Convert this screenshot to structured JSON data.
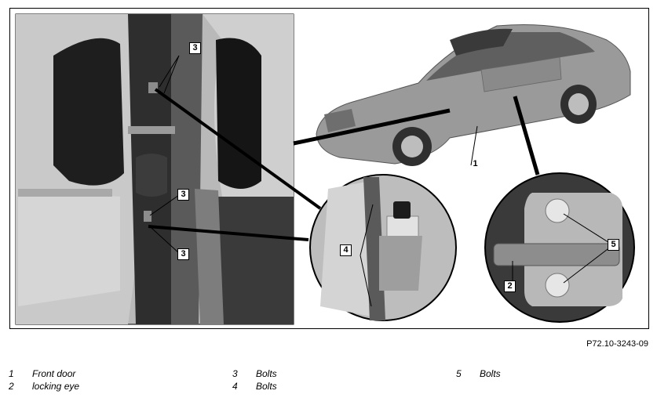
{
  "figure": {
    "reference": "P72.10-3243-09",
    "callouts": {
      "c1": "1",
      "c2": "2",
      "c3": "3",
      "c4": "4",
      "c5": "5"
    }
  },
  "legend": [
    {
      "number": "1",
      "text": "Front door"
    },
    {
      "number": "2",
      "text": "locking eye"
    },
    {
      "number": "3",
      "text": "Bolts"
    },
    {
      "number": "4",
      "text": "Bolts"
    },
    {
      "number": "5",
      "text": "Bolts"
    }
  ],
  "colors": {
    "photo_dark": "#2a2a2a",
    "photo_mid": "#8a8a8a",
    "photo_light": "#cfcfcf",
    "car_body": "#9c9c9c"
  }
}
